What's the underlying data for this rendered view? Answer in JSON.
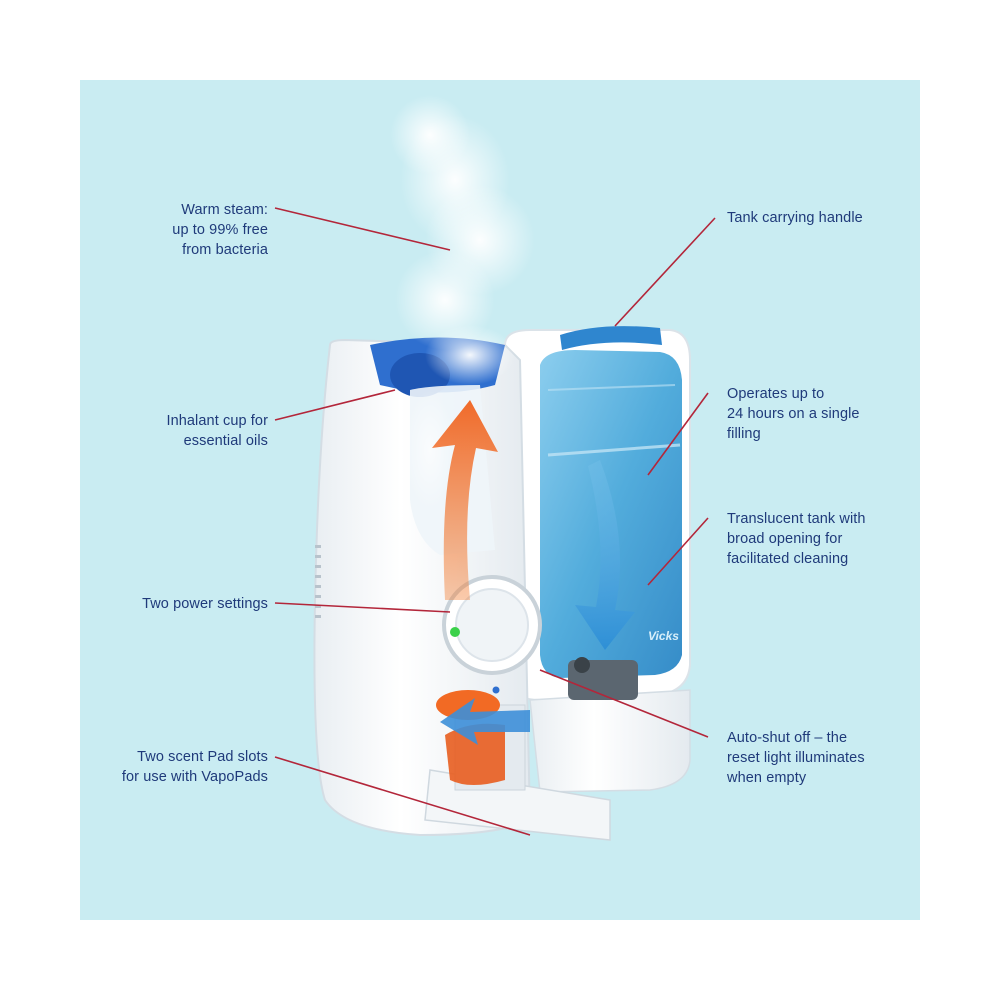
{
  "callouts": {
    "warm_steam": [
      "Warm steam:",
      "up to 99% free",
      "from bacteria"
    ],
    "inhalant_cup": [
      "Inhalant cup for",
      "essential oils"
    ],
    "power_settings": [
      "Two power settings"
    ],
    "scent_pad": [
      "Two scent Pad slots",
      "for use with VapoPads"
    ],
    "carrying_handle": [
      "Tank carrying handle"
    ],
    "operates": [
      "Operates up to",
      "24 hours on a single",
      "filling"
    ],
    "translucent_tank": [
      "Translucent tank with",
      "broad opening for",
      "facilitated cleaning"
    ],
    "auto_shutoff": [
      "Auto-shut off – the",
      "reset light illuminates",
      "when empty"
    ]
  },
  "brand_mark": "Vicks",
  "colors": {
    "panel_background": "#c9ecf2",
    "callout_text": "#1f3a7a",
    "leader_line": "#b3263a",
    "steam_arrow": "#f06a2a",
    "water_arrow": "#2e8fd6",
    "tank_blue": "#3fa3d8"
  },
  "icons": [
    "steam-cloud-icon",
    "up-arrow-icon",
    "down-arrow-icon",
    "power-indicator-icon"
  ]
}
